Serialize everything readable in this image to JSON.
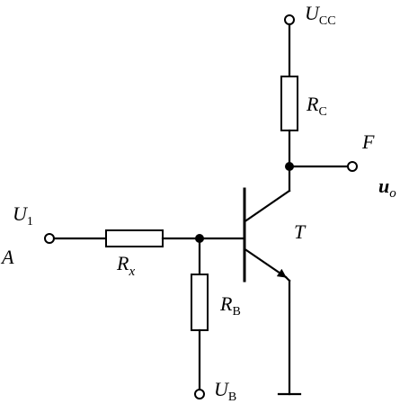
{
  "labels": {
    "ucc": {
      "main": "U",
      "sub": "CC"
    },
    "rc": {
      "main": "R",
      "sub": "C"
    },
    "f": "F",
    "uo": {
      "main": "u",
      "sub": "o"
    },
    "u1": {
      "main": "U",
      "sub": "1"
    },
    "a": "A",
    "rx": {
      "main": "R",
      "sub": "x"
    },
    "t": "T",
    "rb": {
      "main": "R",
      "sub": "B"
    },
    "ub": {
      "main": "U",
      "sub": "B"
    }
  }
}
